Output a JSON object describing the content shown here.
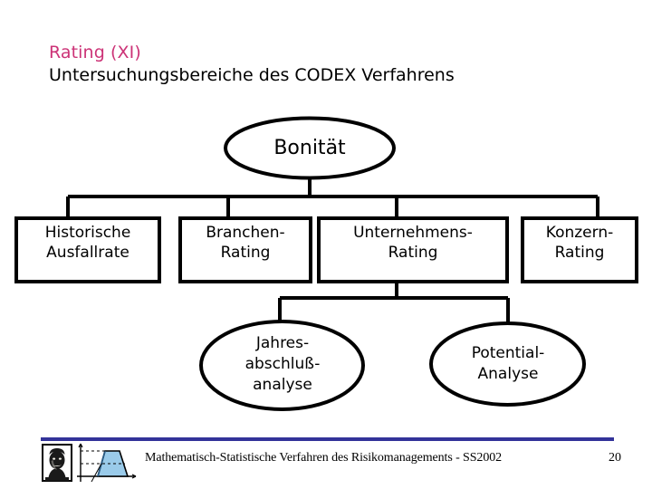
{
  "title": {
    "main": "Rating (XI)",
    "subtitle": "Untersuchungsbereiche des CODEX Verfahrens",
    "accent_color": "#CC3377"
  },
  "diagram": {
    "root": {
      "label": "Bonität",
      "shape": "ellipse"
    },
    "boxes": [
      {
        "label": "Historische\nAusfallrate"
      },
      {
        "label": "Branchen-\nRating"
      },
      {
        "label": "Unternehmens-\nRating"
      },
      {
        "label": "Konzern-\nRating"
      }
    ],
    "ellipses": [
      {
        "label": "Jahres-\nabschluß-\nanalyse"
      },
      {
        "label": "Potential-\nAnalyse"
      }
    ],
    "line_color": "#000000",
    "fill_color": "#FFFFFF"
  },
  "footer": {
    "text": "Mathematisch-Statistische Verfahren des Risikomanagements - SS2002",
    "page": "20",
    "rule_color": "#333399",
    "logo": {
      "portrait": "gauss-portrait",
      "curve": "gaussian-curve",
      "curve_color": "#99CCEE"
    }
  }
}
